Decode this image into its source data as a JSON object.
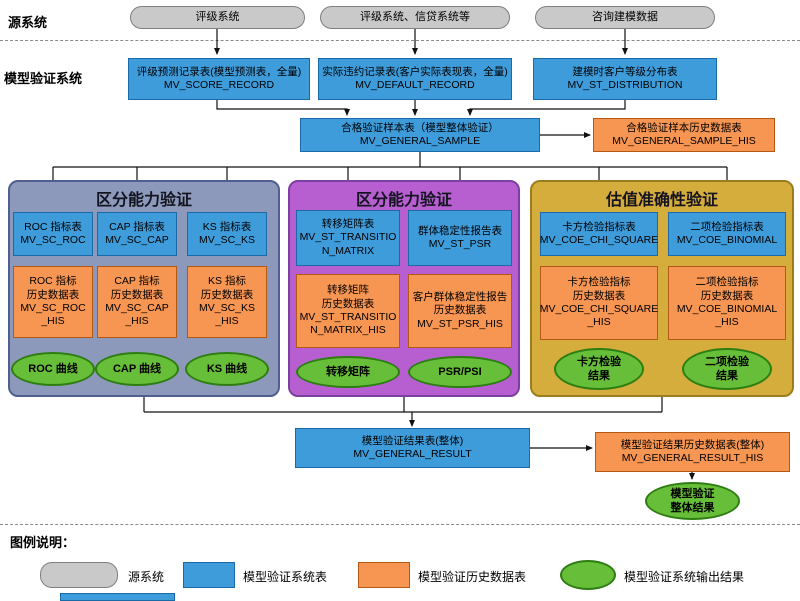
{
  "page": {
    "source_section_label": "源系统",
    "validation_section_label": "模型验证系统"
  },
  "colors": {
    "table_blue": "#3e9cdb",
    "history_orange": "#f79552",
    "output_green": "#66be39",
    "source_gray": "#c9c9c9",
    "group1_bg": "#8d99ba",
    "group2_bg": "#b75fd1",
    "group3_bg": "#d5ad3c"
  },
  "source_systems": [
    {
      "label": "评级系统"
    },
    {
      "label": "评级系统、信贷系统等"
    },
    {
      "label": "咨询建模数据"
    }
  ],
  "input_tables": [
    {
      "title": "评级预测记录表(模型预测表，全量)",
      "code": "MV_SCORE_RECORD"
    },
    {
      "title": "实际违约记录表(客户实际表现表，全量)",
      "code": "MV_DEFAULT_RECORD"
    },
    {
      "title": "建模时客户等级分布表",
      "code": "MV_ST_DISTRIBUTION"
    }
  ],
  "sample": {
    "main": {
      "title": "合格验证样本表（模型整体验证）",
      "code": "MV_GENERAL_SAMPLE"
    },
    "history": {
      "title": "合格验证样本历史数据表",
      "code": "MV_GENERAL_SAMPLE_HIS"
    }
  },
  "groups": [
    {
      "title": "区分能力验证",
      "tables": [
        {
          "text": "ROC 指标表\nMV_SC_ROC"
        },
        {
          "text": "CAP 指标表\nMV_SC_CAP"
        },
        {
          "text": "KS 指标表\nMV_SC_KS"
        }
      ],
      "history_tables": [
        {
          "text": "ROC 指标\n历史数据表\nMV_SC_ROC\n_HIS"
        },
        {
          "text": "CAP 指标\n历史数据表\nMV_SC_CAP\n_HIS"
        },
        {
          "text": "KS 指标\n历史数据表\nMV_SC_KS\n_HIS"
        }
      ],
      "outputs": [
        {
          "text": "ROC 曲线"
        },
        {
          "text": "CAP 曲线"
        },
        {
          "text": "KS 曲线"
        }
      ]
    },
    {
      "title": "区分能力验证",
      "tables": [
        {
          "text": "转移矩阵表\nMV_ST_TRANSITIO\nN_MATRIX"
        },
        {
          "text": "群体稳定性报告表\nMV_ST_PSR"
        }
      ],
      "history_tables": [
        {
          "text": "转移矩阵\n历史数据表\nMV_ST_TRANSITIO\nN_MATRIX_HIS"
        },
        {
          "text": "客户群体稳定性报告\n历史数据表\nMV_ST_PSR_HIS"
        }
      ],
      "outputs": [
        {
          "text": "转移矩阵"
        },
        {
          "text": "PSR/PSI"
        }
      ]
    },
    {
      "title": "估值准确性验证",
      "tables": [
        {
          "text": "卡方检验指标表\nMV_COE_CHI_SQUARE"
        },
        {
          "text": "二项检验指标表\nMV_COE_BINOMIAL"
        }
      ],
      "history_tables": [
        {
          "text": "卡方检验指标\n历史数据表\nMV_COE_CHI_SQUARE\n_HIS"
        },
        {
          "text": "二项检验指标\n历史数据表\nMV_COE_BINOMIAL\n_HIS"
        }
      ],
      "outputs": [
        {
          "text": "卡方检验\n结果"
        },
        {
          "text": "二项检验\n结果"
        }
      ]
    }
  ],
  "result": {
    "main": {
      "title": "模型验证结果表(整体)",
      "code": "MV_GENERAL_RESULT"
    },
    "history": {
      "title": "模型验证结果历史数据表(整体)",
      "code": "MV_GENERAL_RESULT_HIS"
    },
    "output": "模型验证\n整体结果"
  },
  "legend": {
    "label": "图例说明：",
    "items": [
      {
        "label": "源系统"
      },
      {
        "label": "模型验证系统表"
      },
      {
        "label": "模型验证历史数据表"
      },
      {
        "label": "模型验证系统输出结果"
      }
    ]
  }
}
